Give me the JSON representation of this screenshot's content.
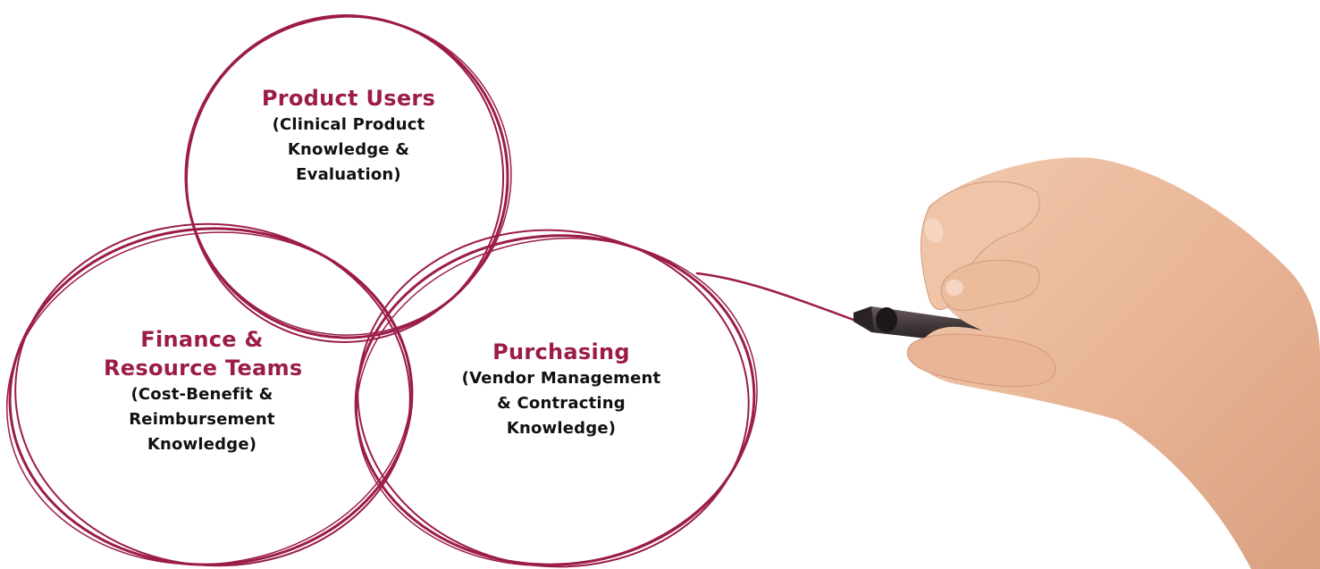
{
  "colors": {
    "accent": "#9b1c4a",
    "text": "#111111",
    "background": "#ffffff",
    "skin": "#e9b898",
    "pen": "#3a3234"
  },
  "circles": [
    {
      "id": "product-users",
      "title": "Product Users",
      "description": [
        "(Clinical Product",
        "Knowledge &",
        "Evaluation)"
      ]
    },
    {
      "id": "finance-resource",
      "title": [
        "Finance &",
        "Resource Teams"
      ],
      "description": [
        "(Cost-Benefit &",
        "Reimbursement",
        "Knowledge)"
      ]
    },
    {
      "id": "purchasing",
      "title": "Purchasing",
      "description": [
        "(Vendor Management",
        "& Contracting",
        "Knowledge)"
      ]
    }
  ],
  "hand_image": "hand-holding-pen-icon"
}
